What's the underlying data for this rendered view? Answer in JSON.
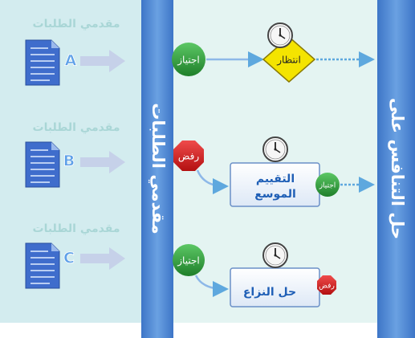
{
  "colors": {
    "panel_left": "#d3ecef",
    "panel_mid": "#e4f4f2",
    "bar": "#4f89d3",
    "bar_text": "#ffffff",
    "label_text": "#a9d6d6",
    "doc_blue": "#3f6dcc",
    "letter_blue": "#5ea0e8",
    "arrow": "#c4cee8",
    "arrow_dash": "#5ea8de",
    "green": "#2f9b3a",
    "red": "#d42020",
    "diamond": "#f4e400",
    "box_text": "#1f5fb6"
  },
  "applicants": [
    {
      "label": "مقدمي الطلبات",
      "letter": "A"
    },
    {
      "label": "مقدمي الطلبات",
      "letter": "B"
    },
    {
      "label": "مقدمي الطلبات",
      "letter": "C"
    }
  ],
  "left_bar_label": "مقدمي الطلبات",
  "right_bar_label": "حل التنافس على",
  "lanes": {
    "a": {
      "approve": "اجتياز",
      "wait": "انتظار"
    },
    "b": {
      "reject": "رفض",
      "box": [
        "التقييم",
        "الموسع"
      ],
      "approve": "اجتياز"
    },
    "c": {
      "approve": "اجتياز",
      "box": "حل النزاع",
      "reject": "رفض"
    }
  },
  "icons": [
    "document-icon",
    "clock-icon",
    "arrow-right-icon"
  ]
}
